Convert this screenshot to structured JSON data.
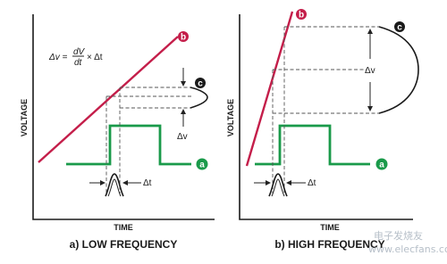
{
  "panel_a": {
    "ylabel": "VOLTAGE",
    "xlabel": "TIME",
    "caption": "a) LOW FREQUENCY",
    "equation": "Δv = dV/dt × Δt",
    "eq_dv": "Δv =",
    "eq_num": "dV",
    "eq_den": "dt",
    "eq_tail": "× Δt",
    "delta_v": "Δv",
    "delta_t": "Δt",
    "badge_a": "a",
    "badge_b": "b",
    "badge_c": "c"
  },
  "panel_b": {
    "ylabel": "VOLTAGE",
    "xlabel": "TIME",
    "caption": "b) HIGH FREQUENCY",
    "delta_v": "Δv",
    "delta_t": "Δt",
    "badge_a": "a",
    "badge_b": "b",
    "badge_c": "c"
  },
  "colors": {
    "ramp": "#c41e4a",
    "pulse": "#1a9a4a",
    "badge_c": "#1a1a1a"
  },
  "watermark": {
    "line1": "电子发烧友",
    "line2": "www.elecfans.com"
  }
}
